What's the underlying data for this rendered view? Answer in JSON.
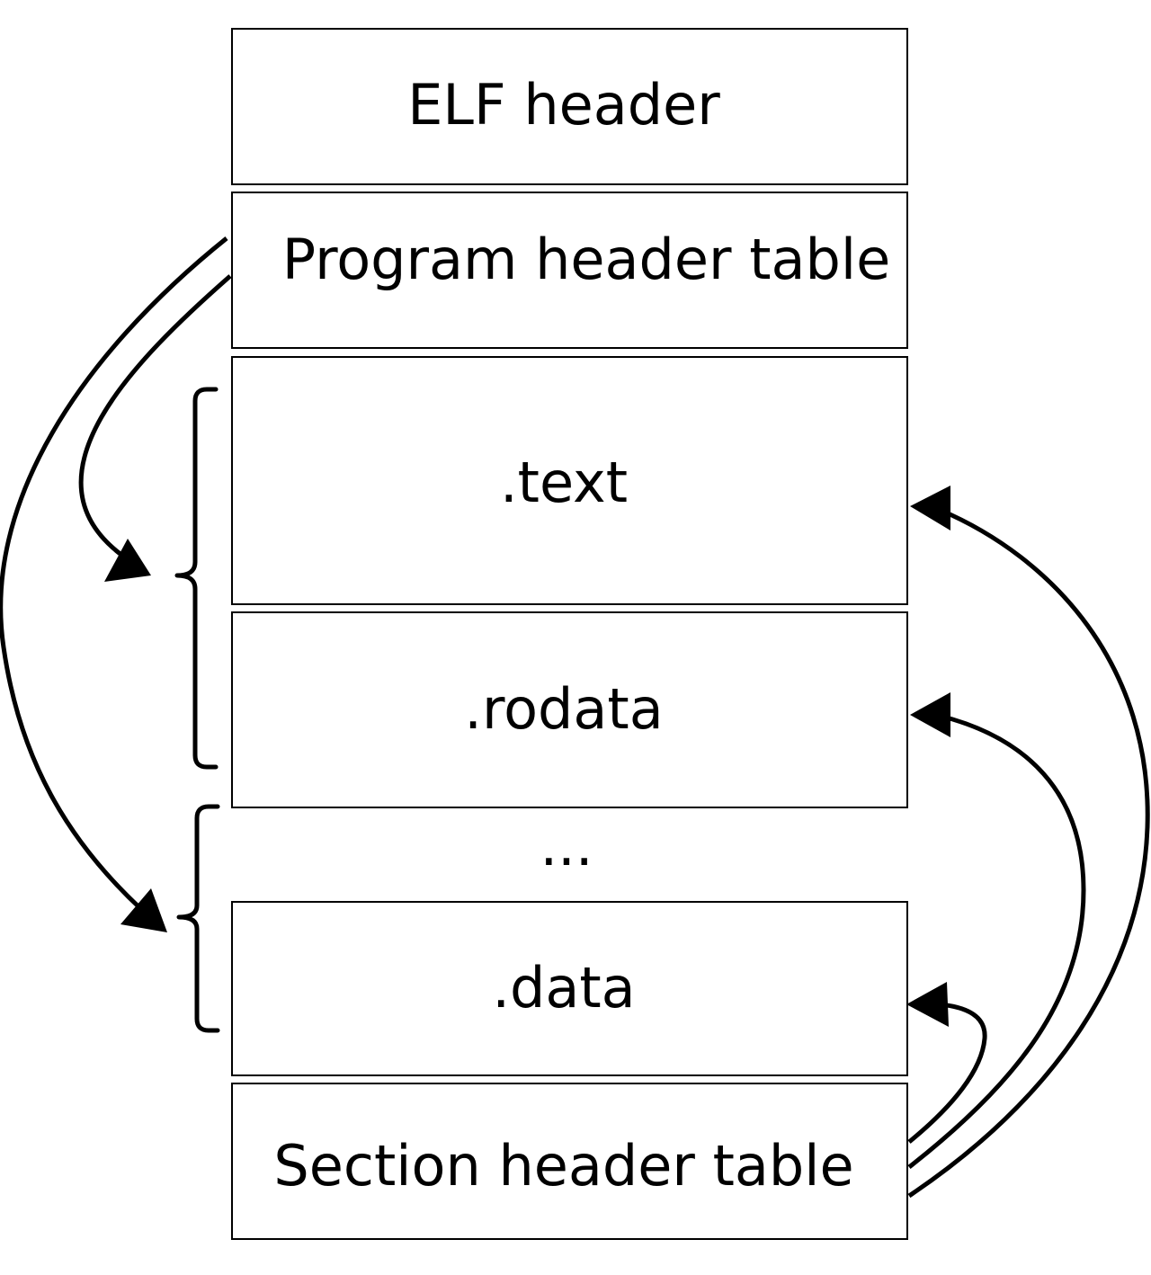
{
  "blocks": {
    "elf_header": "ELF header",
    "program_header_table": "Program header table",
    "text": ".text",
    "rodata": ".rodata",
    "ellipsis": "...",
    "data": ".data",
    "section_header_table": "Section header table"
  }
}
